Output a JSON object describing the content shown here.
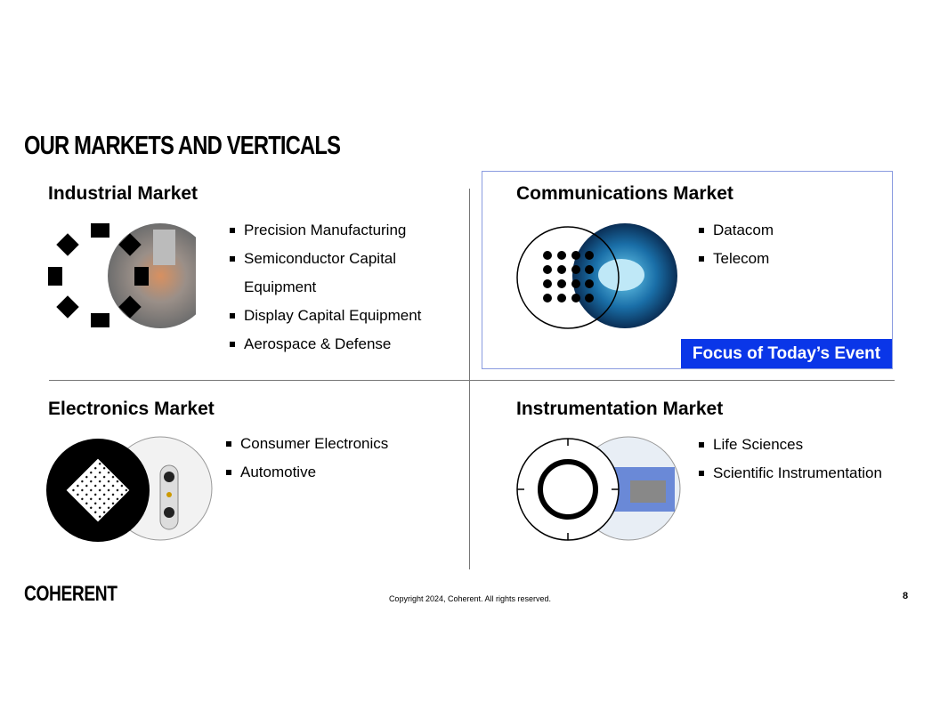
{
  "title": "OUR MARKETS AND VERTICALS",
  "quadrants": {
    "industrial": {
      "heading": "Industrial Market",
      "items": [
        "Precision Manufacturing",
        "Semiconductor Capital",
        "Equipment",
        "Display Capital Equipment",
        "Aerospace & Defense"
      ]
    },
    "communications": {
      "heading": "Communications Market",
      "items": [
        "Datacom",
        "Telecom"
      ],
      "badge": "Focus of Today’s Event"
    },
    "electronics": {
      "heading": "Electronics Market",
      "items": [
        "Consumer Electronics",
        "Automotive"
      ]
    },
    "instrumentation": {
      "heading": "Instrumentation Market",
      "items": [
        "Life Sciences",
        "Scientific Instrumentation"
      ]
    }
  },
  "footer": {
    "logo": "COHERENT",
    "copyright": "Copyright 2024, Coherent. All rights reserved.",
    "page_number": "8"
  },
  "colors": {
    "accent": "#0a36e8",
    "focus_border": "#8a9be0"
  }
}
